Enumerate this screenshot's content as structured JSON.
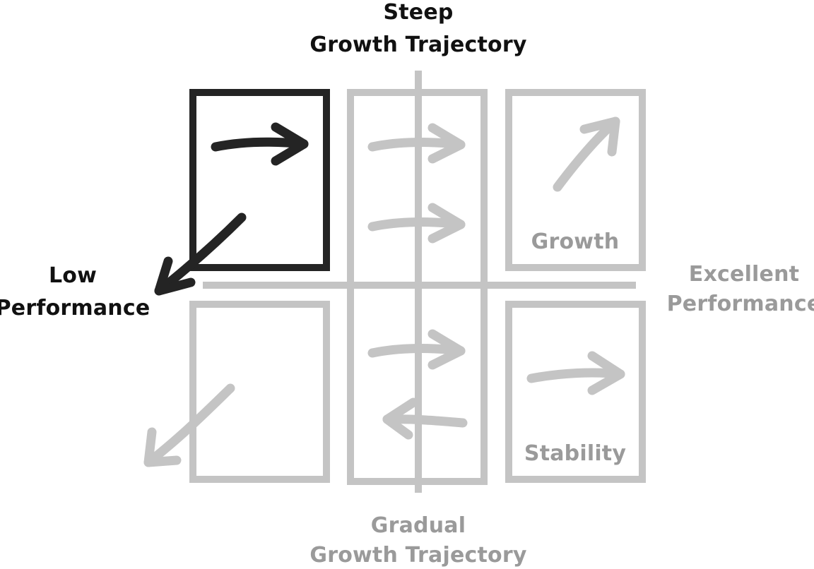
{
  "axes": {
    "top_label_line1": "Steep",
    "top_label_line2": "Growth Trajectory",
    "bottom_label_line1": "Gradual",
    "bottom_label_line2": "Growth Trajectory",
    "left_label_line1": "Low",
    "left_label_line2": "Performance",
    "right_label_line1": "Excellent",
    "right_label_line2": "Performance"
  },
  "cells": {
    "top_right_label": "Growth",
    "bottom_right_label": "Stability"
  },
  "highlighted_cell": "top-left",
  "colors": {
    "highlight": "#242424",
    "muted": "#c4c4c4",
    "muted_text": "#9a9a9a",
    "dark_text": "#111111"
  }
}
